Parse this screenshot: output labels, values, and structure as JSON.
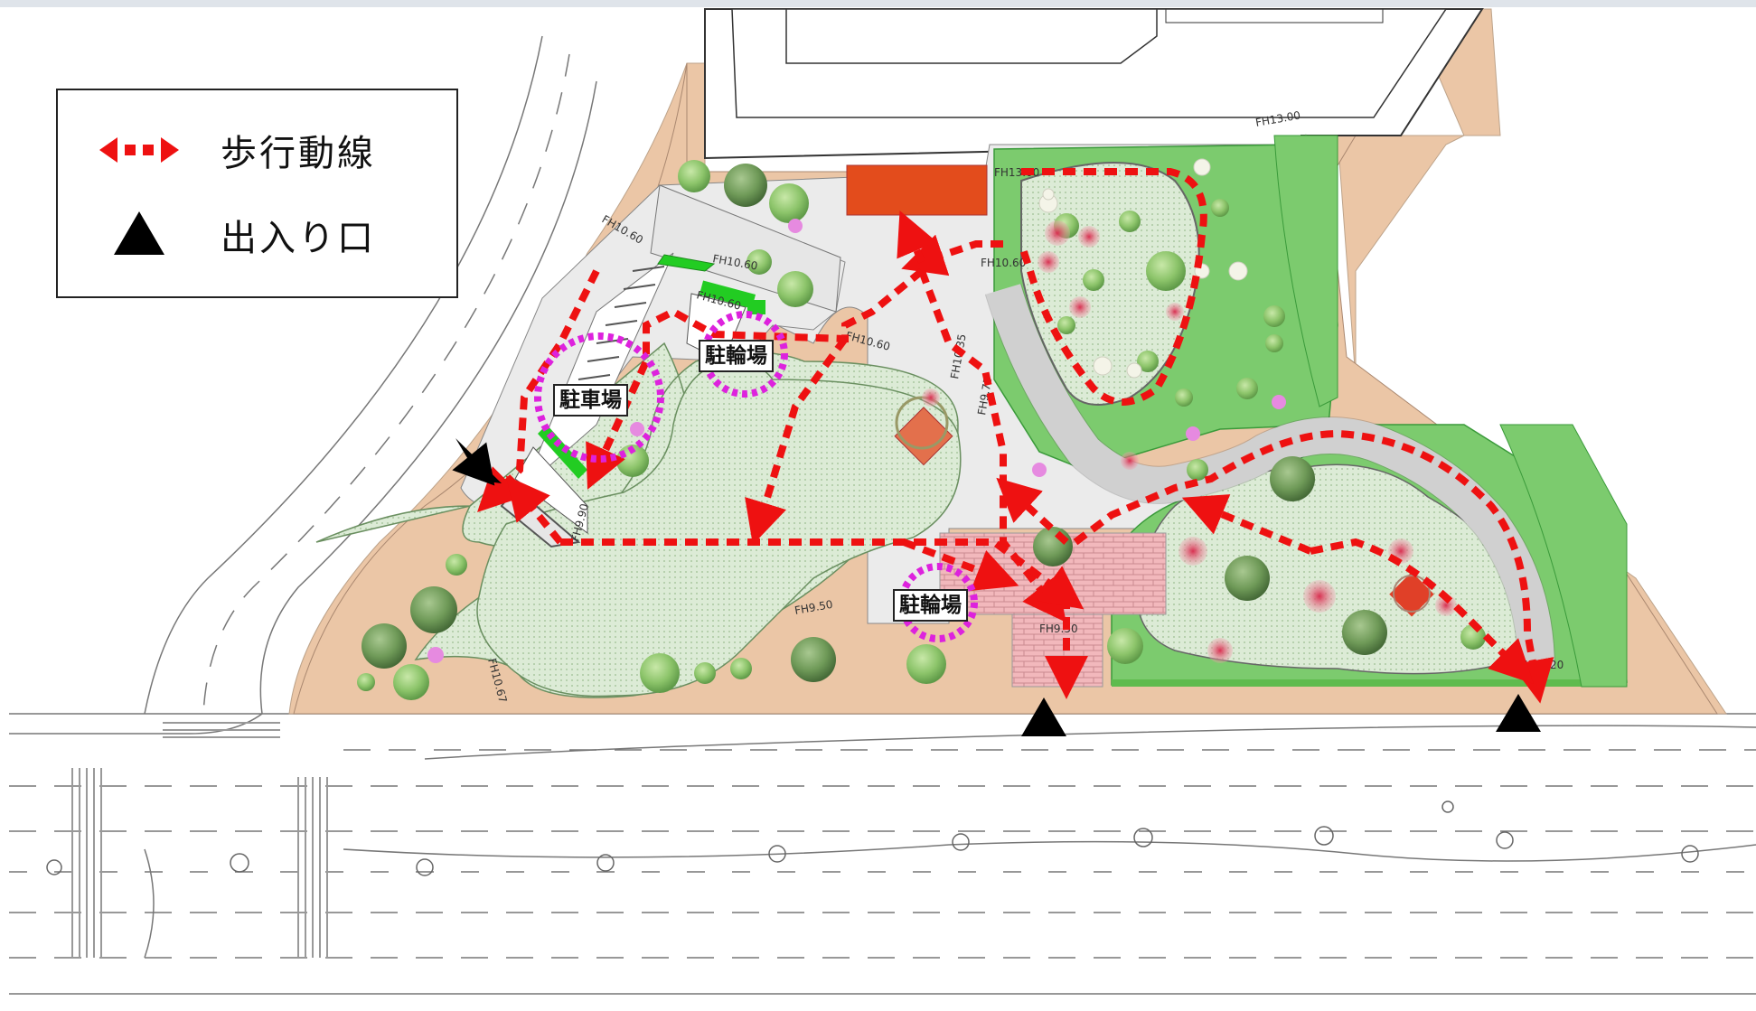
{
  "legend": {
    "walk_label": "歩行動線",
    "entrance_label": "出入り口"
  },
  "labels": {
    "parking_car": "駐車場",
    "parking_bike_1": "駐輪場",
    "parking_bike_2": "駐輪場"
  },
  "elevations": [
    "FH10.60",
    "FH10.60",
    "FH10.60",
    "FH10.60",
    "FH10.60",
    "FH10.35",
    "FH9.75",
    "FH9.90",
    "FH9.50",
    "FH9.50",
    "FH10.67",
    "FH13.00",
    "FH12.20",
    "FH13.00"
  ],
  "colors": {
    "walk_route": "#ee1111",
    "bike_circle": "#dd22dd",
    "grass": "#7ccb6e",
    "lawn": "#d6ead0",
    "soil": "#ebc6a6",
    "paving": "#ebebeb",
    "brick": "#f2b8bc",
    "roof": "#e34c1c"
  }
}
